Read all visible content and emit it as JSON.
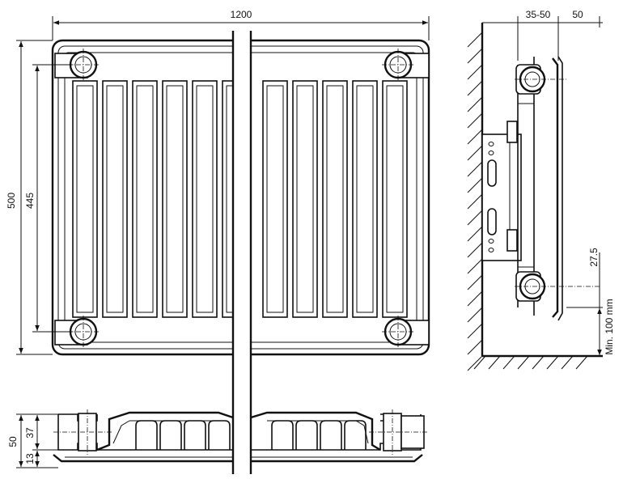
{
  "dimensions": {
    "width_total": "1200",
    "height_total": "500",
    "axis_distance": "445",
    "wall_gap": "35-50",
    "panel_depth": "50",
    "bracket_offset": "27.5",
    "floor_clearance": "Min. 100 mm",
    "side_height_total": "50",
    "side_upper": "37",
    "side_lower": "13"
  }
}
